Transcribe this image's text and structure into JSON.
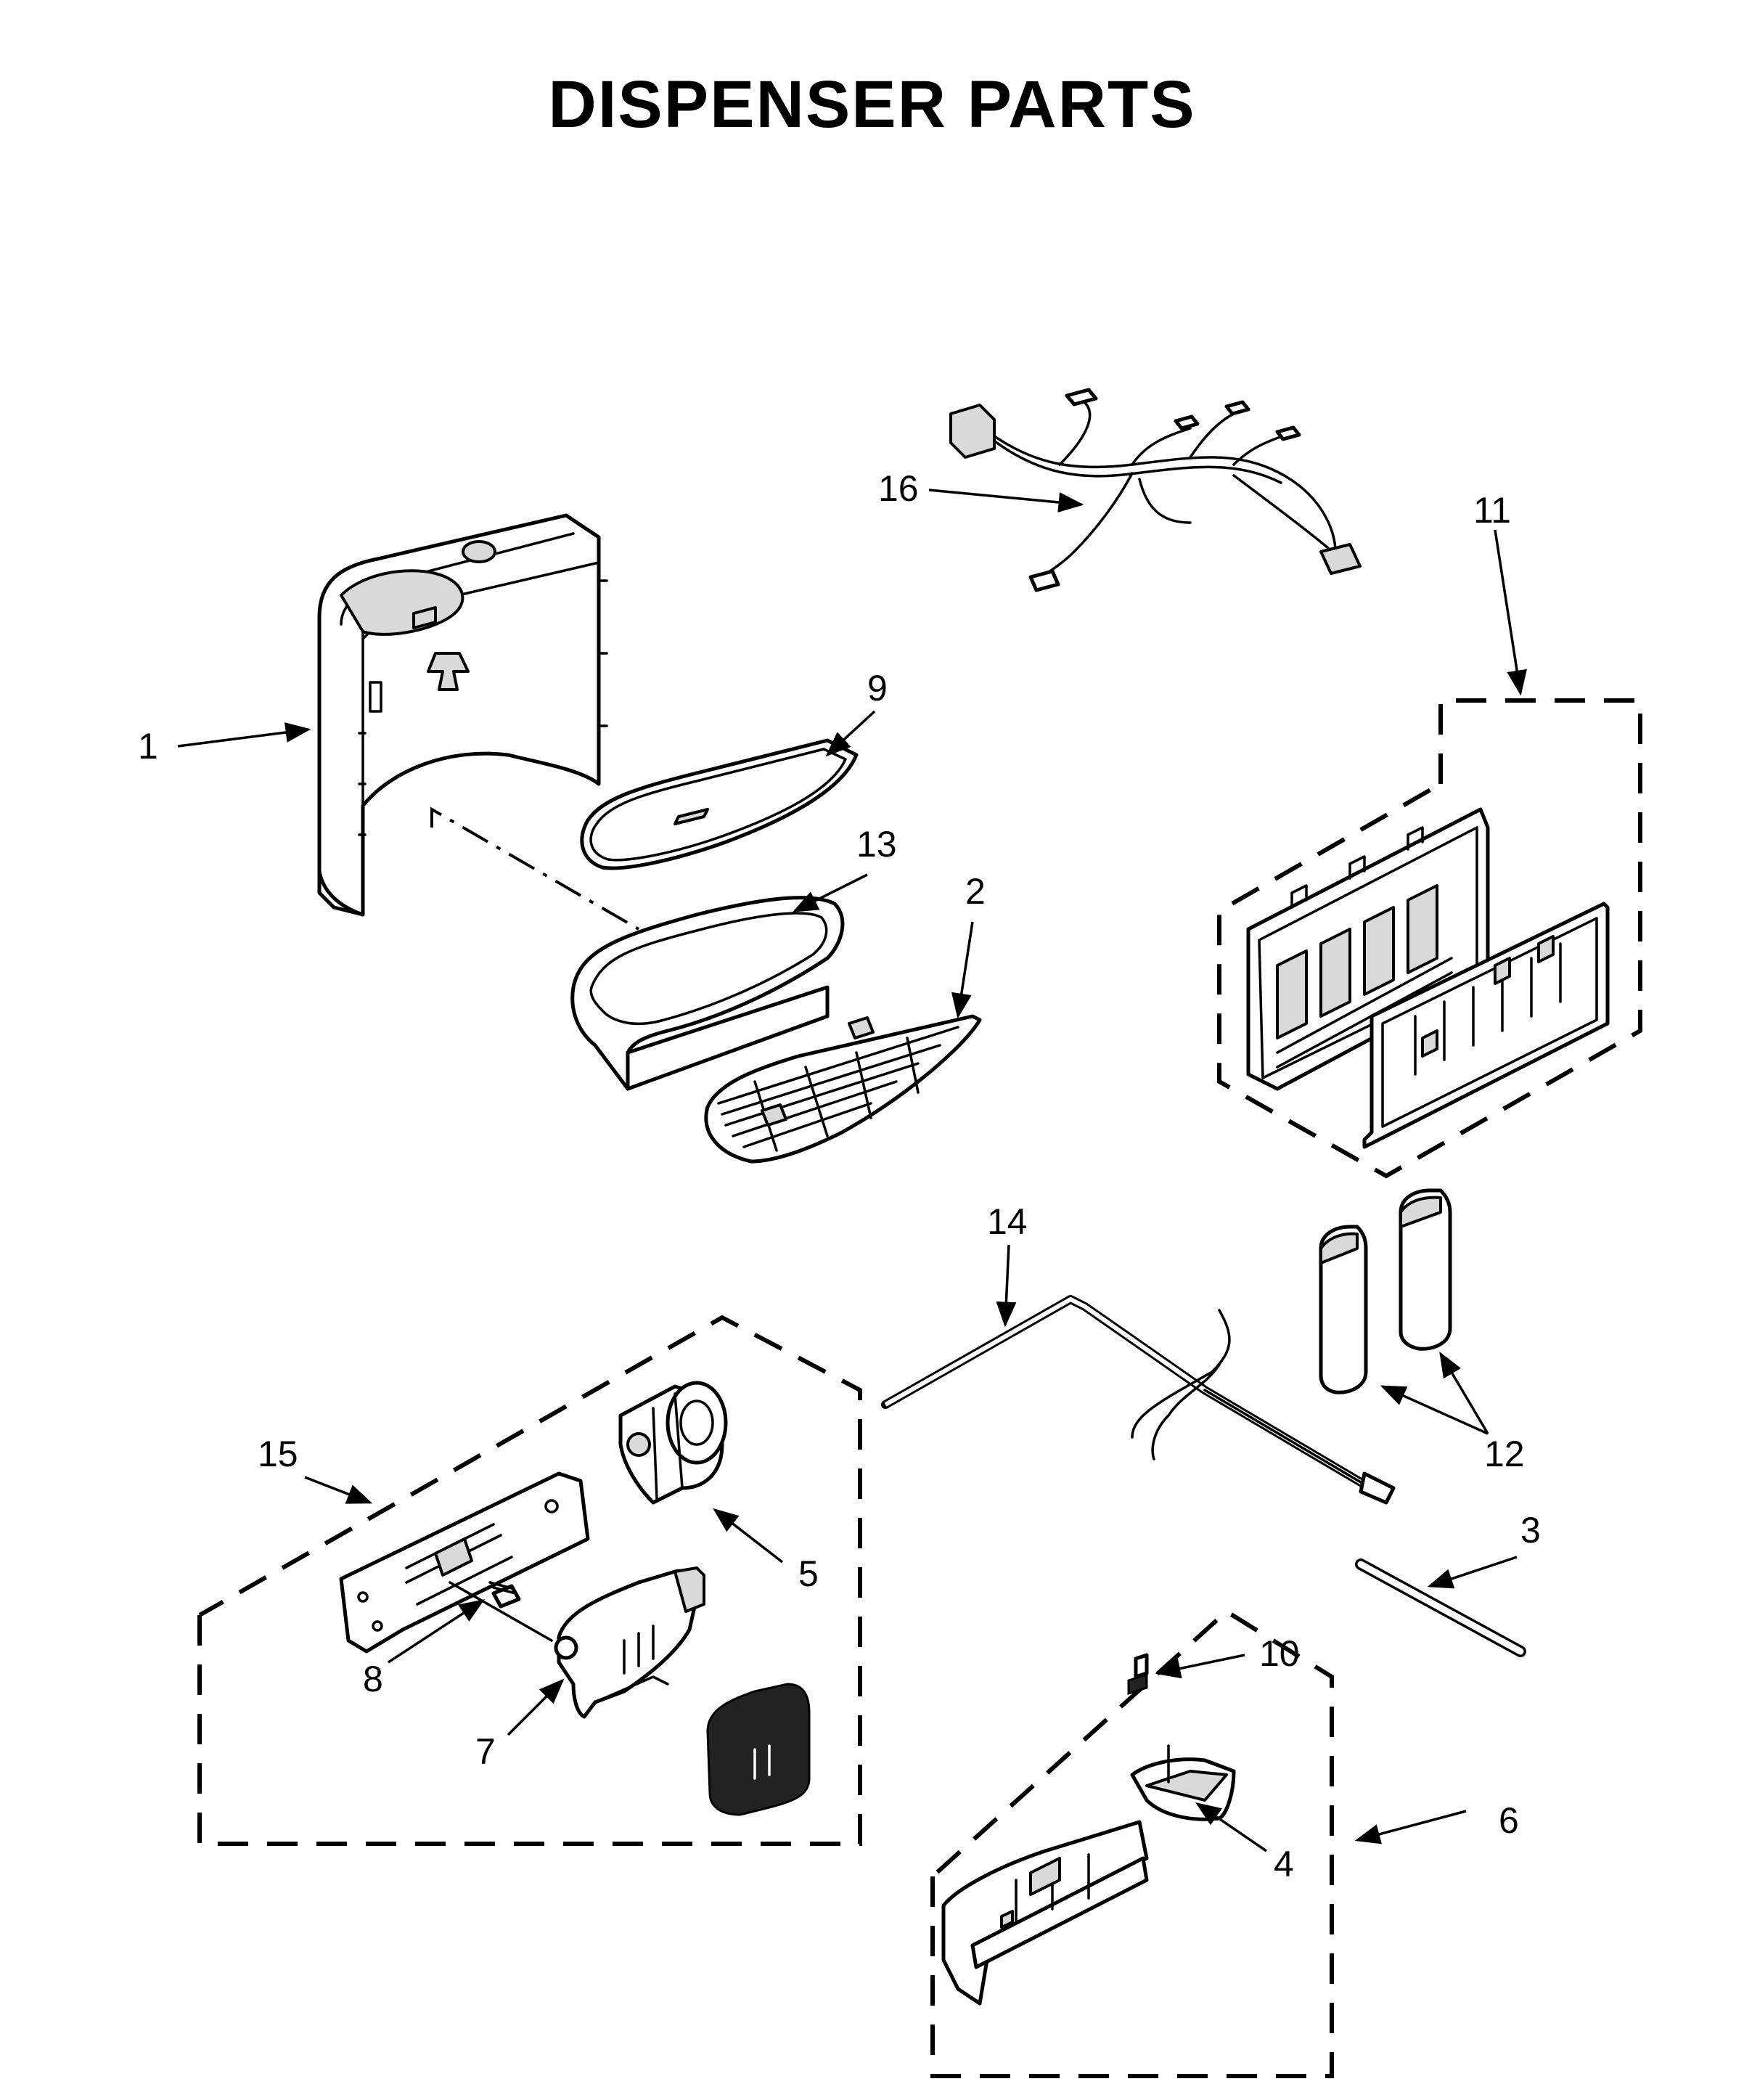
{
  "title": "DISPENSER PARTS",
  "callouts": {
    "c1": "1",
    "c2": "2",
    "c3": "3",
    "c4": "4",
    "c5": "5",
    "c6": "6",
    "c7": "7",
    "c8": "8",
    "c9": "9",
    "c10": "10",
    "c11": "11",
    "c12": "12",
    "c13": "13",
    "c14": "14",
    "c15": "15",
    "c16": "16"
  }
}
